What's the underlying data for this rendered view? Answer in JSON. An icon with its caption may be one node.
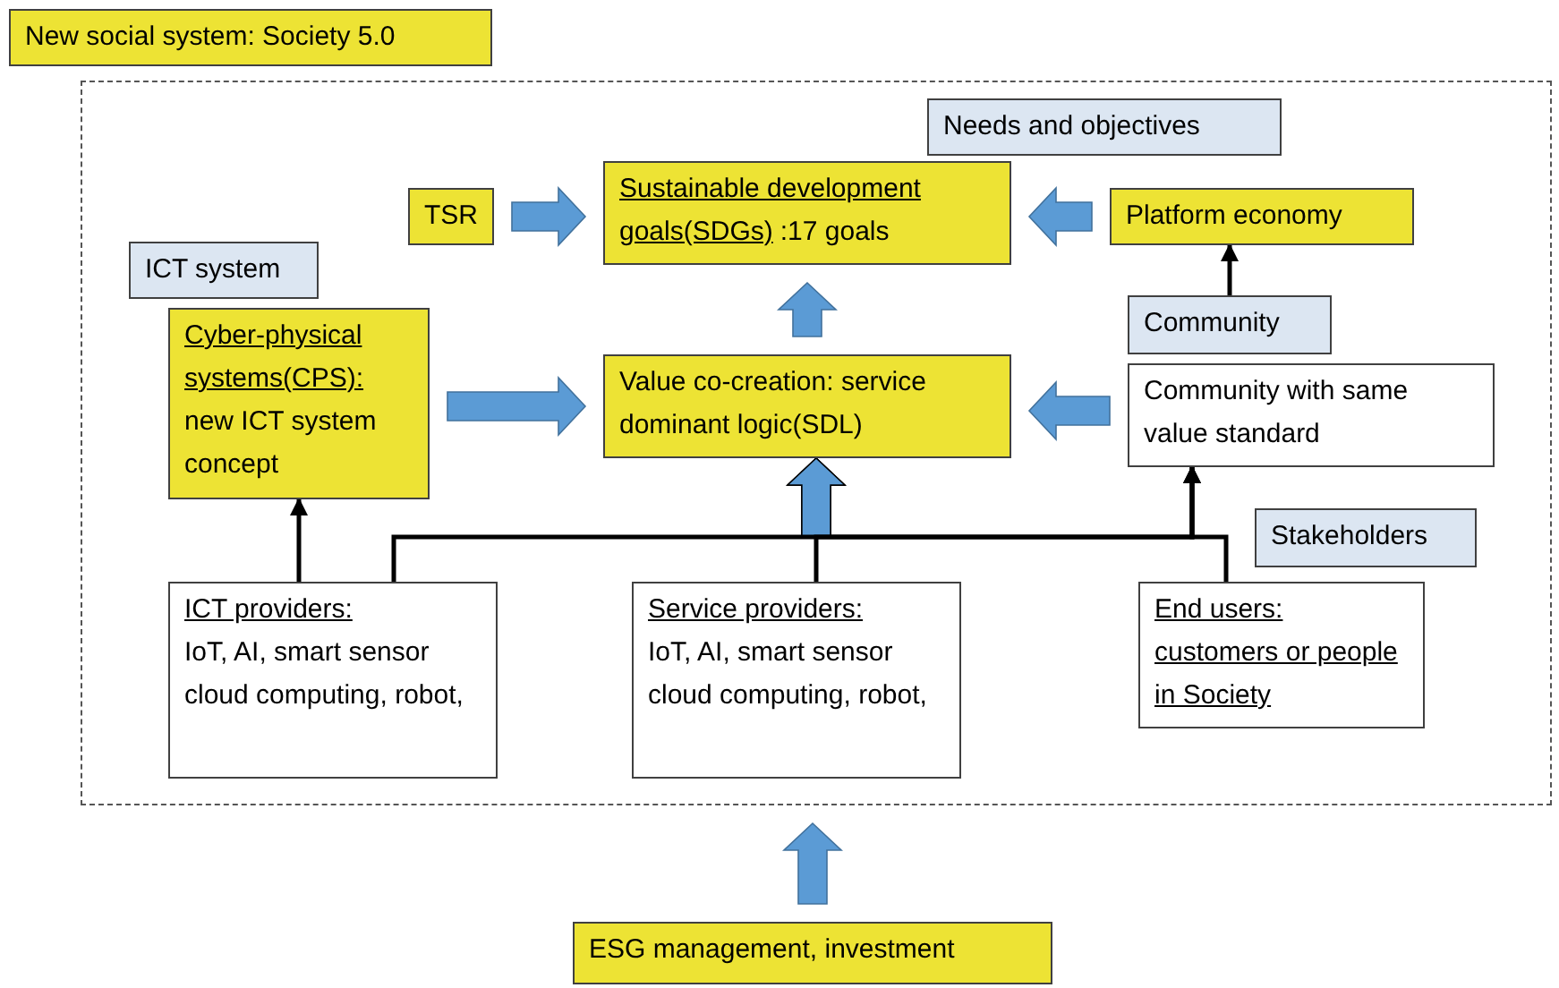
{
  "diagram": {
    "nodes": [
      {
        "text": [
          "New social system: Society 5.0"
        ]
      },
      {
        "text": [],
        "shape": "box"
      },
      {
        "text": [
          "Needs and objectives"
        ],
        "in": 1
      },
      {
        "text": [
          "TSR"
        ],
        "in": 1
      },
      {
        "text": [
          "Sustainable development goals(SDGs)",
          ":17 goals"
        ],
        "in": 1
      },
      {
        "text": [
          "ICT system"
        ],
        "in": 1
      },
      {
        "text": [
          "Platform economy"
        ],
        "in": 1
      },
      {
        "text": [
          "Cyber-physical systems(CPS):",
          "new ICT system concept"
        ],
        "in": 1
      },
      {
        "text": [
          "Value co-creation: service dominant logic(SDL)"
        ],
        "in": 1
      },
      {
        "text": [
          "Community"
        ],
        "in": 1
      },
      {
        "text": [
          "Community with same value standard"
        ],
        "in": 1
      },
      {
        "text": [
          "Stakeholders"
        ],
        "in": 1
      },
      {
        "text": [
          "ICT providers:",
          "IoT, AI, smart sensor cloud computing, robot,"
        ],
        "in": 1
      },
      {
        "text": [
          "Service providers:",
          "IoT, AI, smart sensor cloud computing, robot,"
        ],
        "in": 1
      },
      {
        "text": [
          "End users: customers or people in Society"
        ],
        "in": 1
      },
      {
        "text": [
          "ESG management, investment"
        ]
      }
    ],
    "edges": [
      {
        "from": 3,
        "to": 4,
        "arrow": "to",
        "style": "thick"
      },
      {
        "from": 6,
        "to": 4,
        "arrow": "to",
        "style": "thick"
      },
      {
        "from": 8,
        "to": 4,
        "arrow": "to",
        "style": "thick"
      },
      {
        "from": 9,
        "to": 6,
        "arrow": "to",
        "color": "#000000"
      },
      {
        "from": 7,
        "to": 8,
        "arrow": "to",
        "style": "thick"
      },
      {
        "from": 10,
        "to": 8,
        "arrow": "to",
        "style": "thick"
      },
      {
        "from": 12,
        "to": 7,
        "arrow": "to",
        "color": "#000000"
      },
      {
        "from": 12,
        "to": 8,
        "arrow": "to",
        "style": "thick"
      },
      {
        "from": 13,
        "to": 8,
        "arrow": "to",
        "style": "thick"
      },
      {
        "from": 14,
        "to": 8,
        "arrow": "to",
        "style": "thick"
      },
      {
        "from": 12,
        "to": 10,
        "arrow": "to",
        "color": "#000000"
      },
      {
        "from": 13,
        "to": 10,
        "arrow": "to",
        "color": "#000000"
      },
      {
        "from": 14,
        "to": 10,
        "arrow": "to",
        "color": "#000000"
      },
      {
        "from": 15,
        "to": 1,
        "arrow": "to",
        "style": "thick"
      }
    ]
  }
}
